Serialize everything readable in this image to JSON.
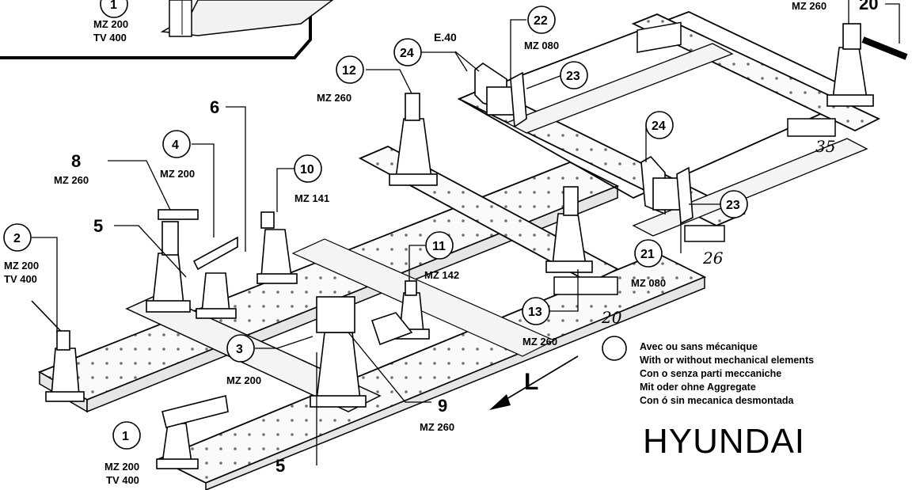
{
  "callouts": [
    {
      "id": "1",
      "model": "MZ 200",
      "extra": "TV 400"
    },
    {
      "id": "1",
      "model": "MZ 200",
      "extra": "TV 400"
    },
    {
      "id": "2",
      "model": "MZ 200",
      "extra": "TV 400"
    },
    {
      "id": "3",
      "model": "MZ 200"
    },
    {
      "id": "4",
      "model": "MZ 200"
    },
    {
      "id": "5"
    },
    {
      "id": "5"
    },
    {
      "id": "6"
    },
    {
      "id": "8",
      "model": "MZ 260"
    },
    {
      "id": "9",
      "model": "MZ 260"
    },
    {
      "id": "10",
      "model": "MZ 141"
    },
    {
      "id": "11",
      "model": "MZ 142"
    },
    {
      "id": "12",
      "model": "MZ 260"
    },
    {
      "id": "13",
      "model": "MZ 260"
    },
    {
      "id": "20"
    },
    {
      "id": "21",
      "model": "MZ 080"
    },
    {
      "id": "22",
      "model": "MZ 080"
    },
    {
      "id": "23"
    },
    {
      "id": "23"
    },
    {
      "id": "24"
    },
    {
      "id": "24"
    }
  ],
  "top_right_model": "MZ 260",
  "e40_label": "E.40",
  "handwritten": [
    "35",
    "26",
    "20"
  ],
  "direction_label": "L",
  "legend": {
    "lines": [
      "Avec ou sans mécanique",
      "With or without mechanical elements",
      "Con o senza parti meccaniche",
      "Mit oder ohne Aggregate",
      "Con ó sin mecanica desmontada"
    ]
  },
  "brand": "HYUNDAI"
}
